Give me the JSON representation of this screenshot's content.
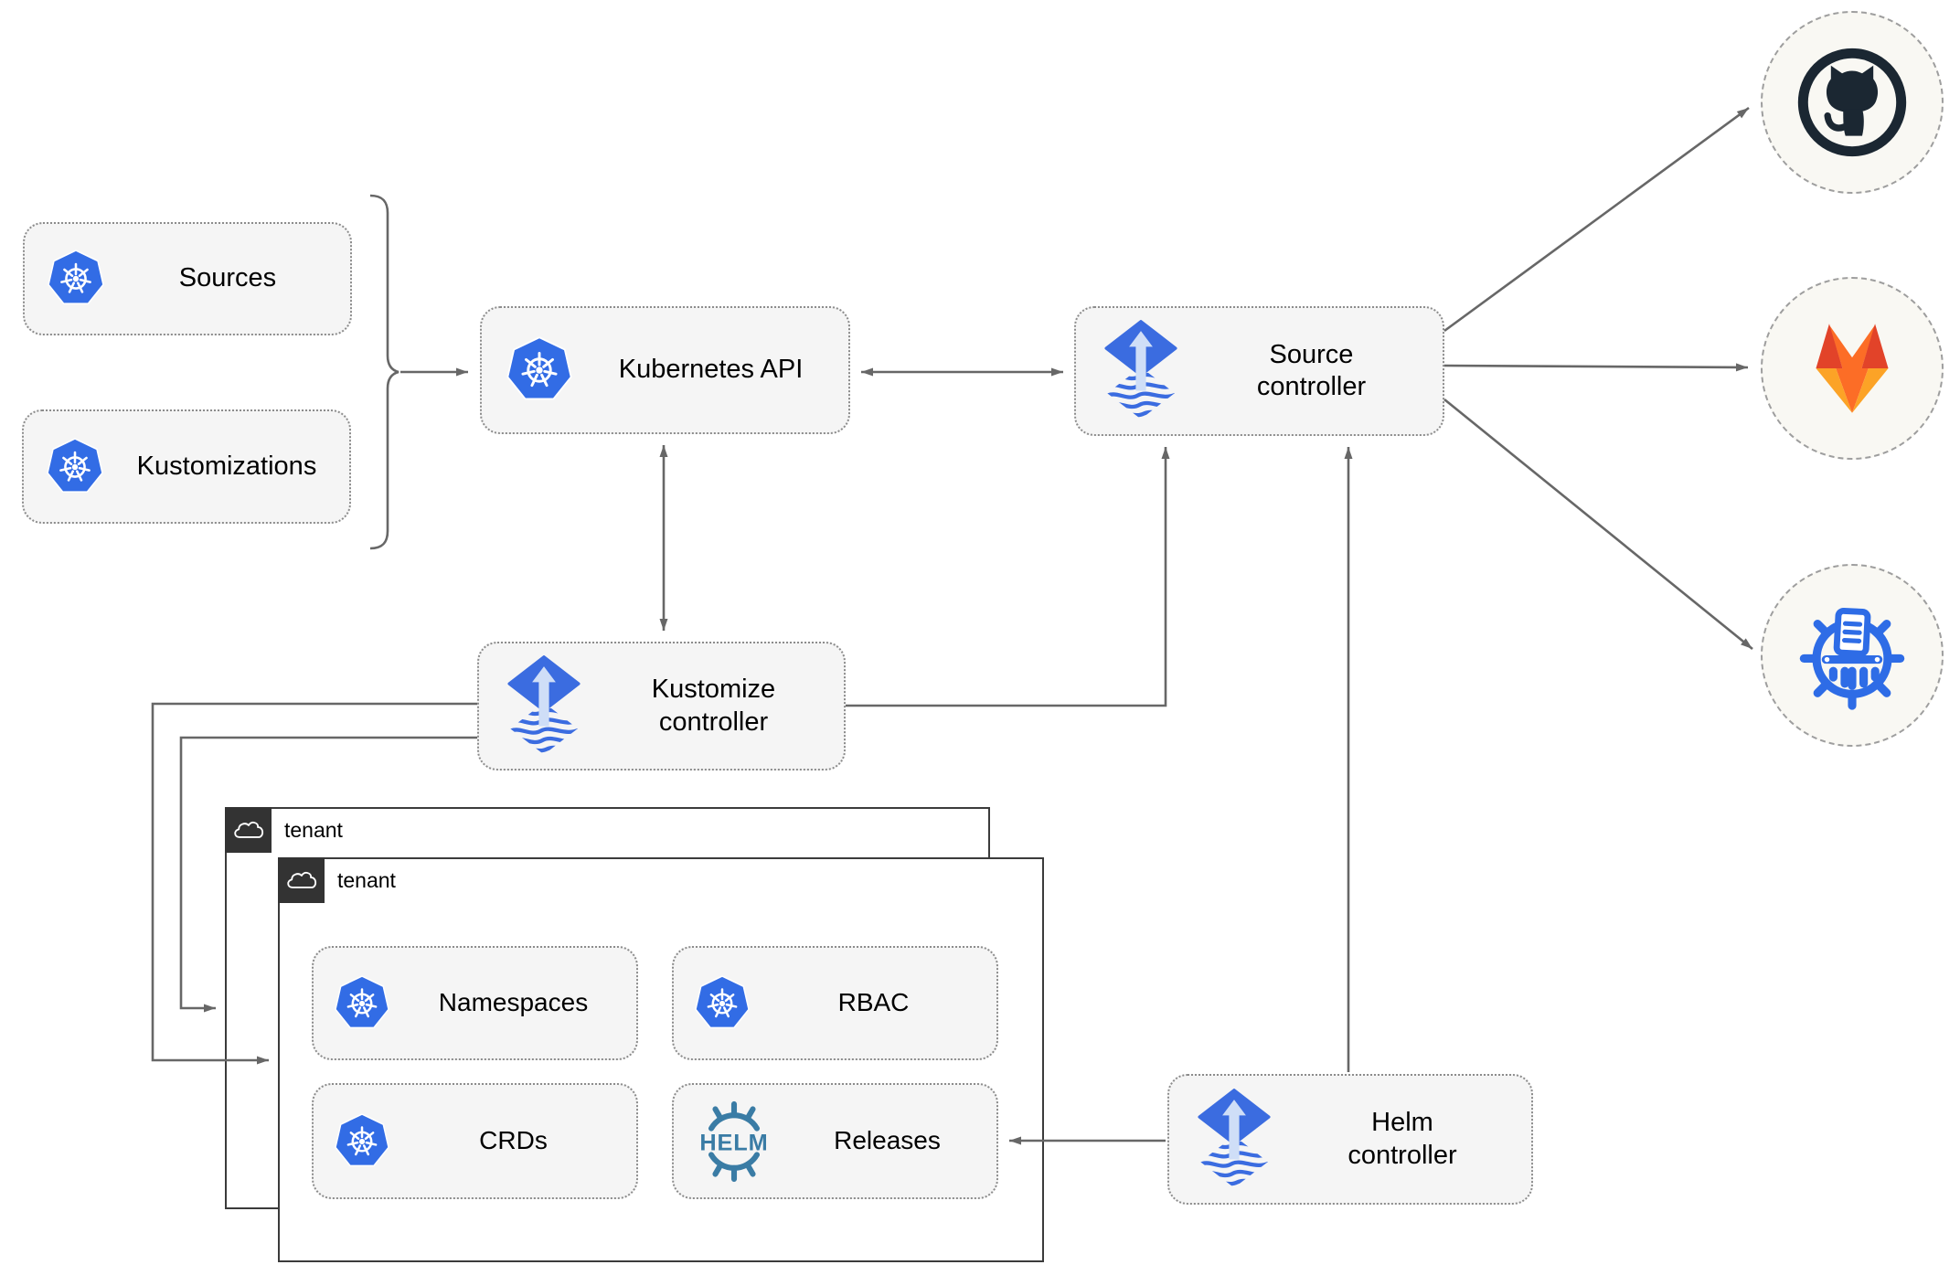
{
  "colors": {
    "kubernetes_blue": "#326ce5",
    "flux_blue": "#3b6ce0",
    "flux_arrow": "#cfdef7",
    "helm_blue": "#3a7ca5",
    "github_dark": "#1b2732",
    "gitlab_red": "#e24329",
    "gitlab_orange": "#fc6d26",
    "gitlab_yellow": "#fca326",
    "registry_blue": "#2e6ce6",
    "connector_gray": "#676767",
    "node_fill": "#f5f5f5",
    "tenant_border": "#3b3b3b",
    "circle_fill": "#f9f8f3"
  },
  "nodes": {
    "sources": {
      "label": "Sources",
      "icon": "kubernetes-icon"
    },
    "kustomizations": {
      "label": "Kustomizations",
      "icon": "kubernetes-icon"
    },
    "kubernetes_api": {
      "label": "Kubernetes API",
      "icon": "kubernetes-icon"
    },
    "source_controller": {
      "label": "Source\ncontroller",
      "icon": "flux-icon"
    },
    "kustomize_controller": {
      "label": "Kustomize\ncontroller",
      "icon": "flux-icon"
    },
    "helm_controller": {
      "label": "Helm\ncontroller",
      "icon": "flux-icon"
    },
    "namespaces": {
      "label": "Namespaces",
      "icon": "kubernetes-icon"
    },
    "rbac": {
      "label": "RBAC",
      "icon": "kubernetes-icon"
    },
    "crds": {
      "label": "CRDs",
      "icon": "kubernetes-icon"
    },
    "releases": {
      "label": "Releases",
      "icon": "helm-icon",
      "helm_logo_text": "HELM"
    }
  },
  "groups": {
    "tenant_back": {
      "label": "tenant",
      "icon": "cloud-icon"
    },
    "tenant_front": {
      "label": "tenant",
      "icon": "cloud-icon"
    }
  },
  "external": {
    "github": {
      "icon": "github-icon"
    },
    "gitlab": {
      "icon": "gitlab-icon"
    },
    "registry": {
      "icon": "registry-icon"
    }
  }
}
